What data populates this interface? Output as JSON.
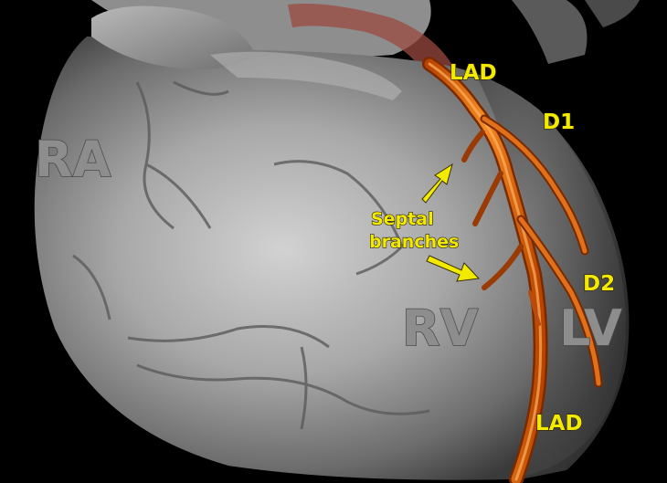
{
  "figure": {
    "chambers": {
      "ra": "RA",
      "rv": "RV",
      "lv": "LV"
    },
    "arteries": {
      "lad_top": "LAD",
      "d1": "D1",
      "d2": "D2",
      "lad_bottom": "LAD"
    },
    "annotation": {
      "line1": "Septal",
      "line2": "branches"
    },
    "colors": {
      "background": "#000000",
      "heart": "#9a9a9a",
      "artery": "#e06a10",
      "label": "#f2ea00"
    }
  }
}
